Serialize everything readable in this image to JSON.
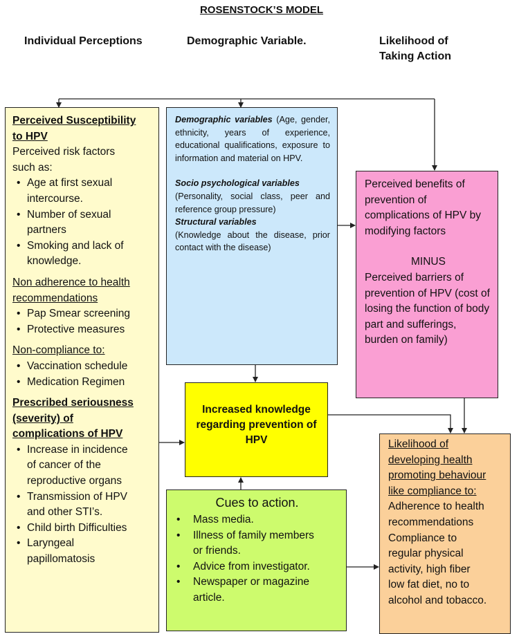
{
  "title": "ROSENSTOCK’S MODEL",
  "columns": {
    "individual": "Individual Perceptions",
    "demographic": "Demographic Variable.",
    "likelihood_line1": "Likelihood of",
    "likelihood_line2": "Taking Action"
  },
  "perceptions": {
    "heading1": "Perceived Susceptibility",
    "heading2": "to HPV",
    "risk_intro1": "Perceived risk factors",
    "risk_intro2": "such as:",
    "risk_items": [
      [
        "Age at first sexual",
        "intercourse."
      ],
      [
        "Number of sexual",
        "partners"
      ],
      [
        "Smoking and lack of",
        "knowledge."
      ]
    ],
    "nonadherence1": "Non adherence to health",
    "nonadherence2": "recommendations",
    "nonadherence_items": [
      "Pap Smear screening",
      "Protective measures"
    ],
    "noncompliance": "Non-compliance to:",
    "noncompliance_items": [
      "Vaccination schedule",
      "Medication Regimen"
    ],
    "seriousness1": "Prescribed seriousness",
    "seriousness2": "(severity) of",
    "seriousness3": "complications of HPV",
    "seriousness_items": [
      [
        "Increase in incidence",
        "of cancer of the",
        "reproductive organs"
      ],
      [
        "Transmission of HPV",
        "and other STI’s."
      ],
      [
        "Child birth Difficulties"
      ],
      [
        "Laryngeal",
        "papillomatosis"
      ]
    ]
  },
  "demographic": {
    "demo_label": "Demographic variables",
    "demo_text": " (Age, gender, ethnicity, years of experience, educational qualifications, exposure to information and material on HPV.",
    "socio_label": "Socio psychological variables",
    "socio_text": "(Personality, social class, peer and reference group pressure)",
    "structural_label": "Structural variables",
    "structural_text": "(Knowledge about the disease, prior contact with the disease)"
  },
  "benefits": {
    "text1": "Perceived benefits of prevention of complications of HPV by modifying factors",
    "minus": "MINUS",
    "text2": "Perceived barriers of prevention of HPV (cost of losing the function of body part and sufferings, burden on family)"
  },
  "knowledge": {
    "text": "Increased knowledge regarding prevention of HPV"
  },
  "cues": {
    "title": "Cues to action.",
    "items": [
      [
        "Mass media."
      ],
      [
        "Illness of family members",
        "or friends."
      ],
      [
        "Advice from investigator."
      ],
      [
        "Newspaper or magazine",
        "article."
      ]
    ]
  },
  "likelihood": {
    "heading": [
      "Likelihood of",
      "developing health",
      "promoting behaviour",
      "like compliance to:"
    ],
    "body": [
      "Adherence to health",
      "recommendations",
      "Compliance to",
      "regular physical",
      "activity, high fiber",
      "low fat diet, no to",
      "alcohol and tobacco."
    ]
  },
  "colors": {
    "perceptions_box": "#fffbcc",
    "demographic_box": "#cce8fb",
    "benefits_box": "#fa9fd3",
    "knowledge_box": "#ffff00",
    "cues_box": "#cdfb6d",
    "likelihood_box": "#fbd09a"
  }
}
